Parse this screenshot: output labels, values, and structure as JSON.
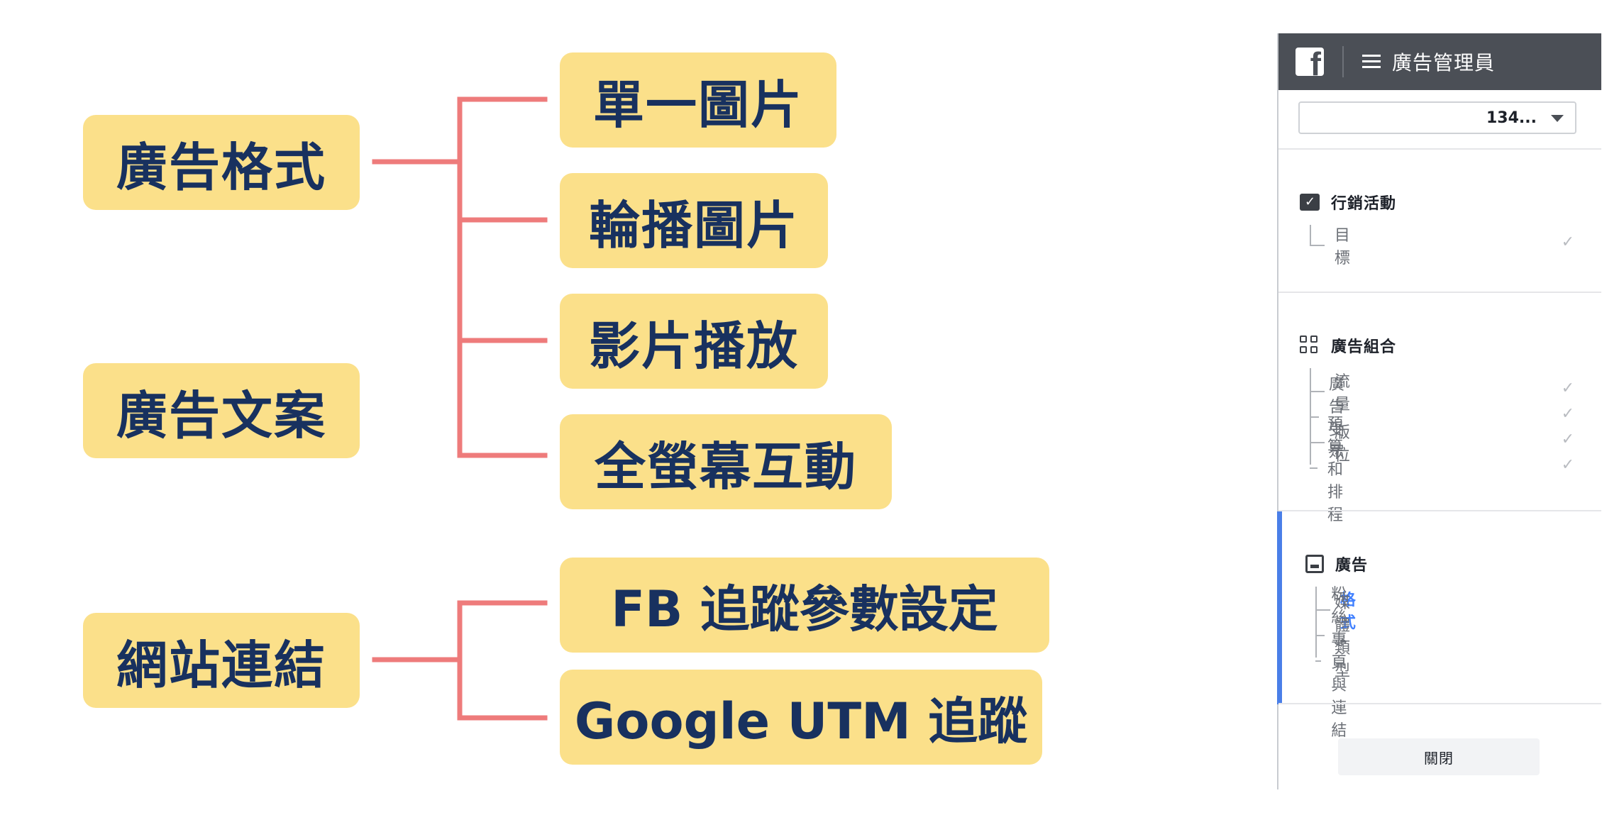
{
  "diagram": {
    "left_boxes": [
      "廣告格式",
      "廣告文案",
      "網站連結"
    ],
    "right_boxes": [
      "單一圖片",
      "輪播圖片",
      "影片播放",
      "全螢幕互動",
      "FB 追蹤參數設定",
      "Google UTM 追蹤"
    ]
  },
  "colors": {
    "box": "#fbe08a",
    "box_text": "#18315f",
    "connector": "#ee7b7b",
    "active": "#4080ff"
  },
  "panel": {
    "header_title": "廣告管理員",
    "account_value": "134...",
    "sections": [
      {
        "title": "行銷活動",
        "icon": "folder-check-icon",
        "items": [
          "目標"
        ]
      },
      {
        "title": "廣告組合",
        "icon": "grid-icon",
        "items": [
          "流量",
          "廣告受眾",
          "版位",
          "預算和排程"
        ]
      },
      {
        "title": "廣告",
        "icon": "ad-icon",
        "items": [
          "格式",
          "媒體類型",
          "粉絲專頁與連結"
        ],
        "active_item": "格式"
      }
    ],
    "close_label": "關閉"
  }
}
